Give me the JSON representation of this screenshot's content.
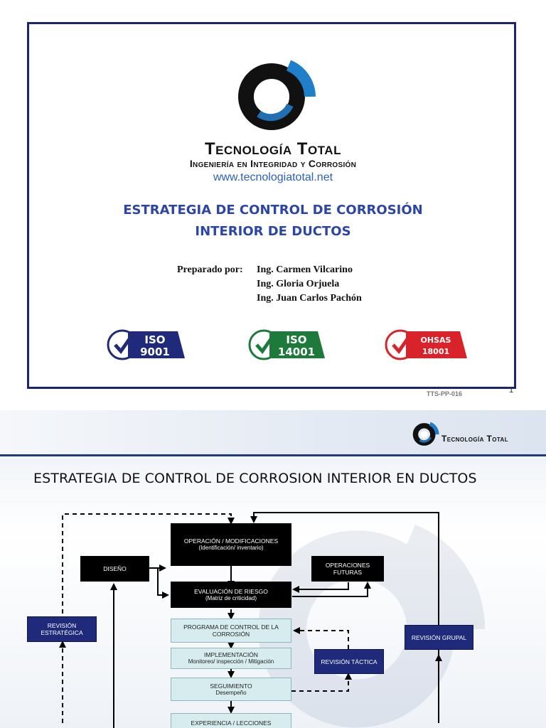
{
  "slide1": {
    "brand": {
      "name": "Tecnología Total",
      "tagline": "Ingeniería en Integridad y Corrosión",
      "url": "www.tecnologiatotal.net"
    },
    "title": {
      "line1": "ESTRATEGIA DE CONTROL DE CORROSIÓN",
      "line2": "INTERIOR DE DUCTOS"
    },
    "prepared_by_label": "Preparado por:",
    "authors": [
      "Ing. Carmen Vilcarino",
      "Ing. Gloria Orjuela",
      "Ing. Juan Carlos Pachón"
    ],
    "certifications": [
      {
        "top": "ISO",
        "bottom": "9001",
        "color": "#1f2a7a"
      },
      {
        "top": "ISO",
        "bottom": "14001",
        "color": "#1d7a3a"
      },
      {
        "top": "OHSAS",
        "bottom": "18001",
        "color": "#d8232a"
      }
    ],
    "code": "TTS-PP-016",
    "page_number": "1"
  },
  "slide2": {
    "brand": "Tecnología Total",
    "title": "ESTRATEGIA DE CONTROL DE CORROSION INTERIOR EN DUCTOS",
    "boxes": {
      "operacion": {
        "main": "OPERACIÓN / MODIFICACIONES",
        "sub": "(Identificación/ inventario)"
      },
      "diseno": {
        "main": "DISEÑO"
      },
      "futuras": {
        "main": "OPERACIONES FUTURAS"
      },
      "evaluacion": {
        "main": "EVALUACIÓN DE RIESGO",
        "sub": "(Matriz de criticidad)"
      },
      "estrategica": {
        "main": "REVISIÓN ESTRATÉGICA"
      },
      "programa": {
        "main": "PROGRAMA DE CONTROL DE LA CORROSIÓN"
      },
      "grupal": {
        "main": "REVISIÓN GRUPAL"
      },
      "implementacion": {
        "main": "IMPLEMENTACIÓN",
        "sub": "Monitoreo/ inspección / Mitigación"
      },
      "tactica": {
        "main": "REVISIÓN TÁCTICA"
      },
      "seguimiento": {
        "main": "SEGUIMIENTO",
        "sub": "Desempeño"
      },
      "experiencia": {
        "main": "EXPERIENCIA / LECCIONES"
      }
    }
  }
}
